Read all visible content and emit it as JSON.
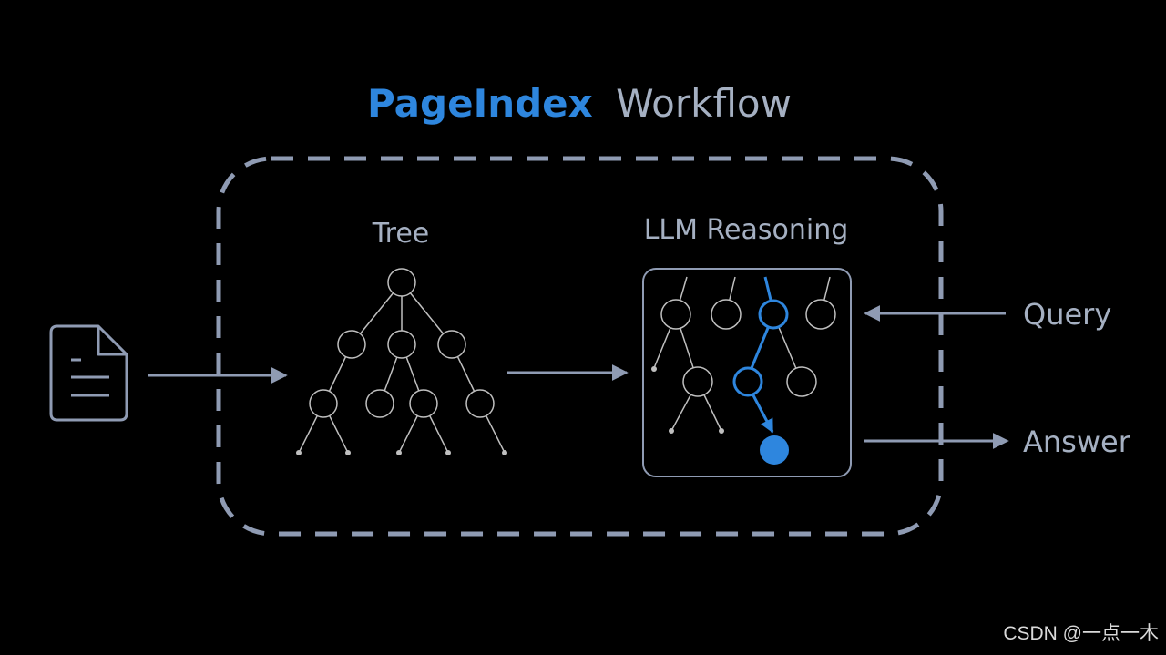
{
  "title": {
    "brand": "PageIndex",
    "rest": "Workflow"
  },
  "stages": {
    "tree_label": "Tree",
    "reasoning_label": "LLM Reasoning"
  },
  "io": {
    "query_label": "Query",
    "answer_label": "Answer"
  },
  "watermark": "CSDN @一点一木",
  "colors": {
    "background": "#000000",
    "line": "#8f9bb3",
    "accent": "#2e86de",
    "text": "#a5b0c2",
    "node": "#bfbfbf"
  },
  "icons": {
    "document": "document-icon"
  }
}
